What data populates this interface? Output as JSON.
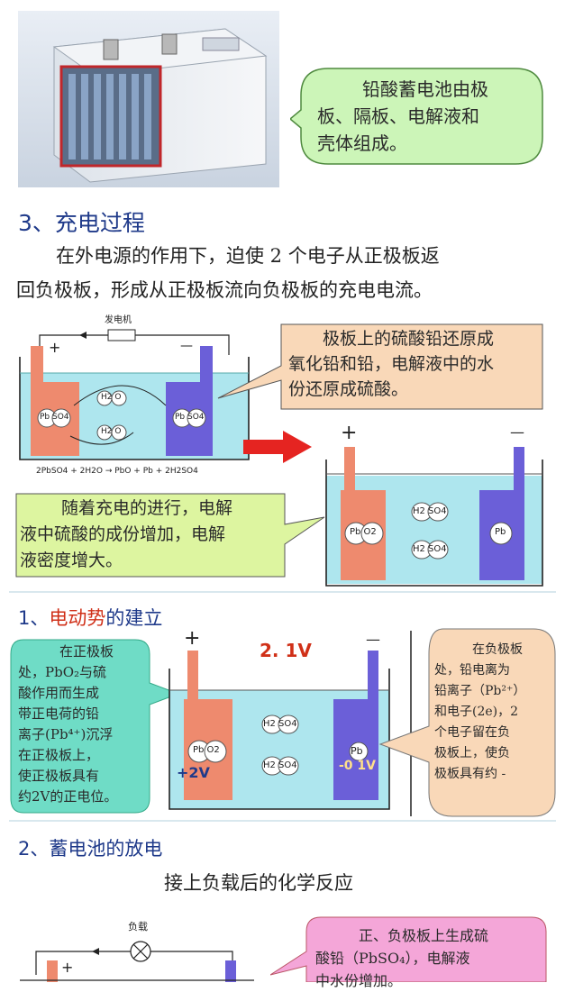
{
  "photo_note": {
    "lines": [
      "铅酸蓄电池由极",
      "板、隔板、电解液和",
      "壳体组成。"
    ]
  },
  "section_charge": {
    "title": "3、充电过程",
    "para_line1": "在外电源的作用下，迫使 2 个电子从正极板返",
    "para_line2": "回负极板，形成从正极板流向负极板的充电电流。"
  },
  "charge_diagram": {
    "generator_label": "发电机",
    "plus": "+",
    "minus": "—",
    "left_plate_label": "Pb SO4",
    "right_plate_label": "Pb SO4",
    "water_label_1": "H2 O",
    "water_label_2": "H2 O",
    "equation": "2PbSO4 + 2H2O → PbO + Pb + 2H2SO4",
    "note_lines": [
      "极板上的硫酸铅还原成",
      "氧化铅和铅，电解液中的水",
      "份还原成硫酸。"
    ],
    "result_plus": "+",
    "result_minus": "—",
    "result_left_label": "Pb O2",
    "result_right_label": "Pb",
    "acid_label_1": "H2 SO4",
    "acid_label_2": "H2 SO4",
    "green_note_lines": [
      "随着充电的进行，电解",
      "液中硫酸的成份增加，电解",
      "液密度增大。"
    ]
  },
  "section_emf": {
    "prefix": "1、",
    "highlight": "电动势",
    "suffix": "的建立",
    "left_note_lines": [
      "在正极板",
      "处，PbO₂与硫",
      "酸作用而生成",
      "带正电荷的铅",
      "离子(Pb⁴⁺)沉浮",
      "在正极板上，",
      "使正极板具有",
      "约2V的正电位。"
    ],
    "voltage": "2. 1V",
    "plus": "+",
    "minus": "—",
    "left_label": "Pb O2",
    "right_label": "Pb",
    "acid_label_1": "H2 SO4",
    "acid_label_2": "H2 SO4",
    "left_potential": "+2V",
    "right_potential": "-0 1V",
    "right_note_lines": [
      "在负极板",
      "处，铅电离为",
      "铅离子（Pb²⁺）",
      "和电子(2e)，2",
      "个电子留在负",
      "极板上，使负",
      "极板具有约 -"
    ]
  },
  "section_discharge": {
    "title": "2、蓄电池的放电",
    "subtitle": "接上负载后的化学反应",
    "load_label": "负载",
    "plus": "+",
    "note_lines": [
      "正、负极板上生成硫",
      "酸铅（PbSO₄），电解液",
      "中水份增加。"
    ]
  },
  "colors": {
    "heading": "#1f3a8a",
    "highlight": "#d03018",
    "electrolyte": "#9fe0ea",
    "positive_plate": "#ee8a6e",
    "negative_plate": "#6b5fd8",
    "bubble_green": "#ccf5b8",
    "bubble_peach": "#f9d8b8",
    "bubble_pink": "#f4a6d8",
    "arrow_red": "#e52421"
  }
}
